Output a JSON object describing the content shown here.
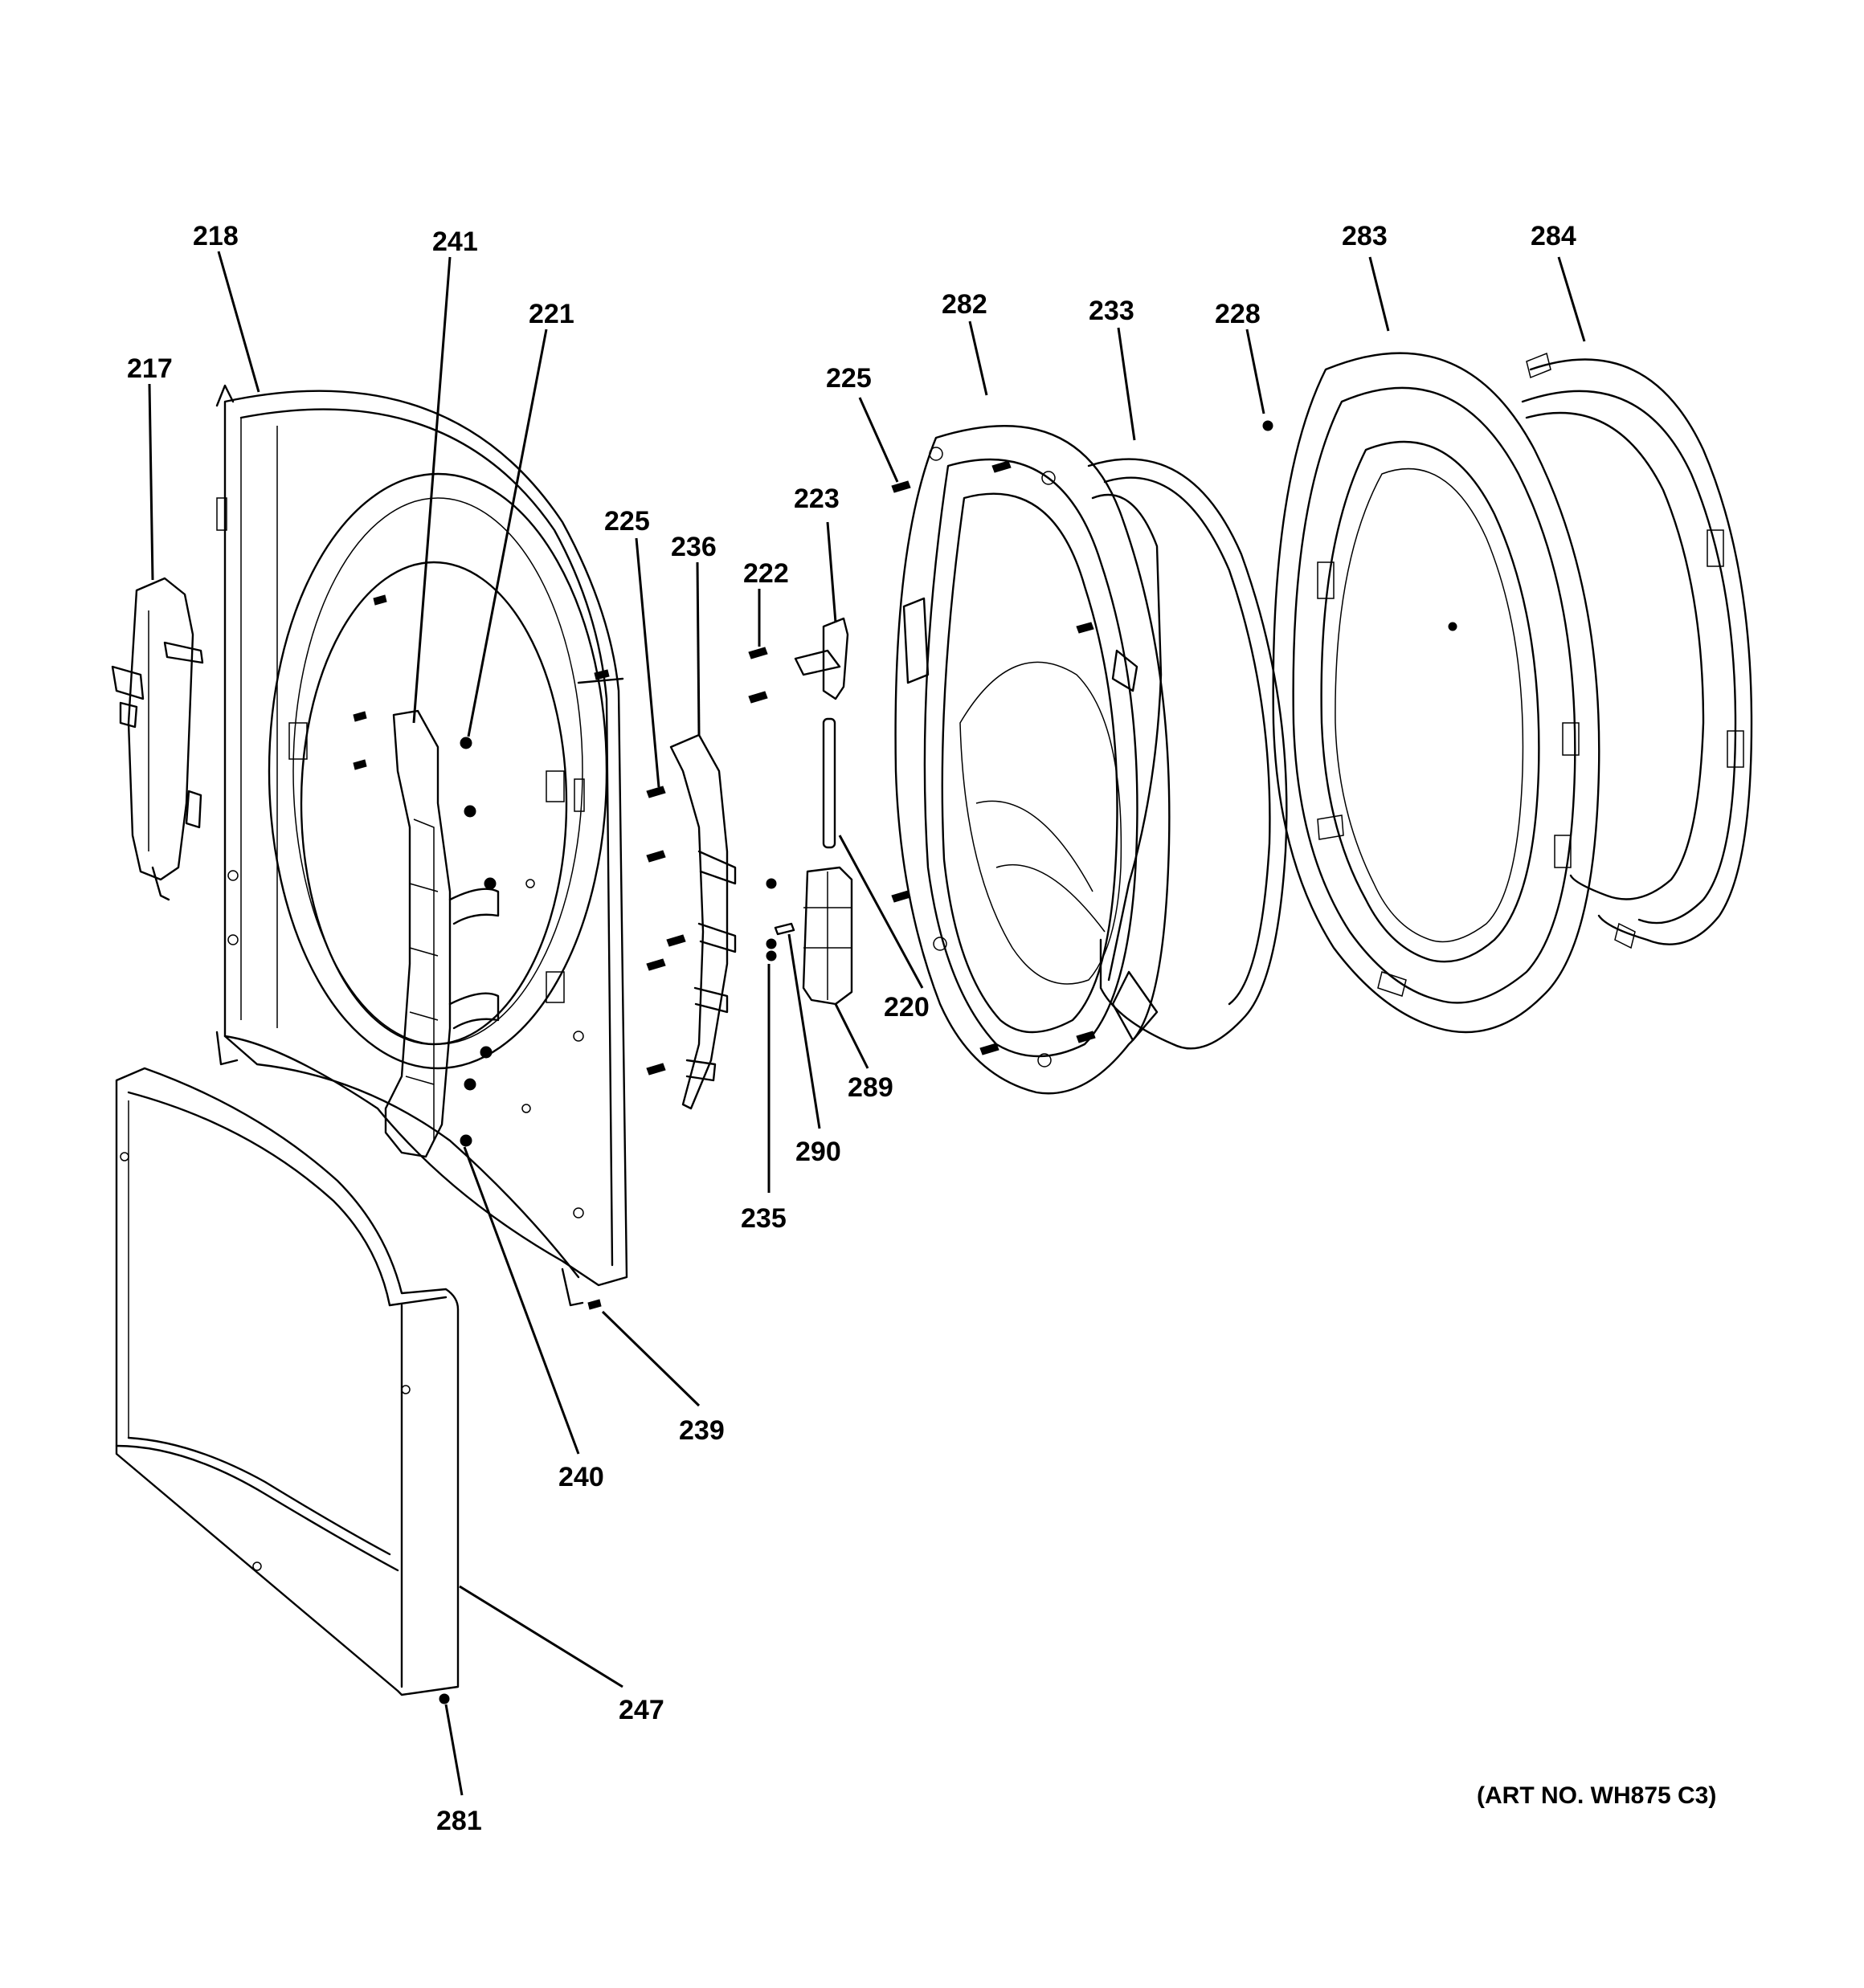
{
  "diagram": {
    "art_number": "(ART NO. WH875 C3)",
    "callouts": [
      {
        "id": "c218",
        "label": "218"
      },
      {
        "id": "c241",
        "label": "241"
      },
      {
        "id": "c221",
        "label": "221"
      },
      {
        "id": "c217",
        "label": "217"
      },
      {
        "id": "c225a",
        "label": "225"
      },
      {
        "id": "c236",
        "label": "236"
      },
      {
        "id": "c222",
        "label": "222"
      },
      {
        "id": "c223",
        "label": "223"
      },
      {
        "id": "c225b",
        "label": "225"
      },
      {
        "id": "c282",
        "label": "282"
      },
      {
        "id": "c233",
        "label": "233"
      },
      {
        "id": "c228",
        "label": "228"
      },
      {
        "id": "c283",
        "label": "283"
      },
      {
        "id": "c284",
        "label": "284"
      },
      {
        "id": "c220",
        "label": "220"
      },
      {
        "id": "c289",
        "label": "289"
      },
      {
        "id": "c290",
        "label": "290"
      },
      {
        "id": "c235",
        "label": "235"
      },
      {
        "id": "c239",
        "label": "239"
      },
      {
        "id": "c240",
        "label": "240"
      },
      {
        "id": "c247",
        "label": "247"
      },
      {
        "id": "c281",
        "label": "281"
      }
    ]
  }
}
